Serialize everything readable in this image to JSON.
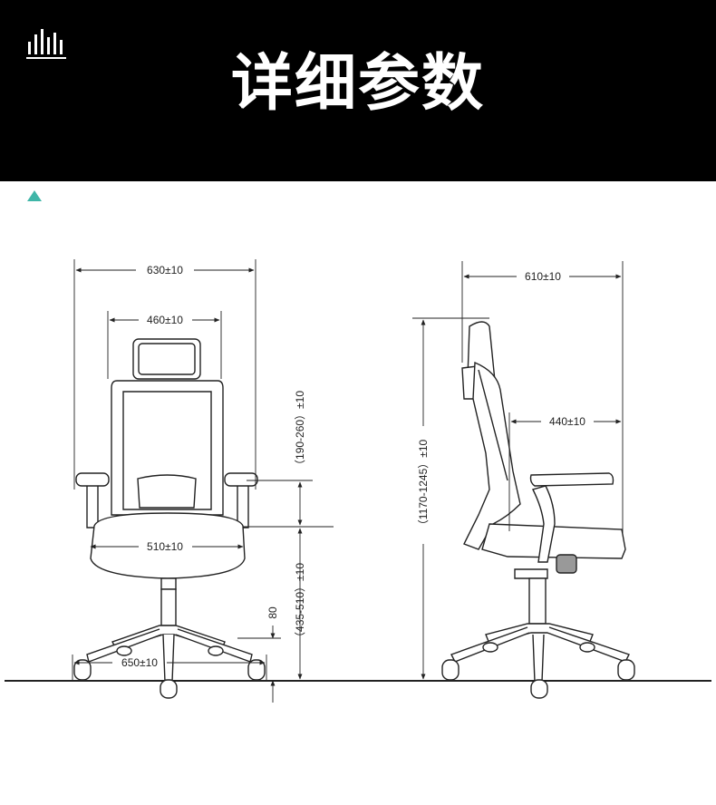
{
  "header": {
    "title": "详细参数",
    "logo_icon": "sound-bars-icon",
    "background": "#000000"
  },
  "section_marker": {
    "icon": "triangle-marker-icon",
    "color": "#3fb6a8"
  },
  "dimensions": {
    "front_total_width": "630±10",
    "headrest_width": "460±10",
    "seat_width": "510±10",
    "base_width": "650±10",
    "armrest_height": "（190-260）±10",
    "seat_height": "（435-510）±10",
    "base_height": "80",
    "side_total_depth": "610±10",
    "seat_depth": "440±10",
    "total_height": "（1170-1245）±10"
  }
}
